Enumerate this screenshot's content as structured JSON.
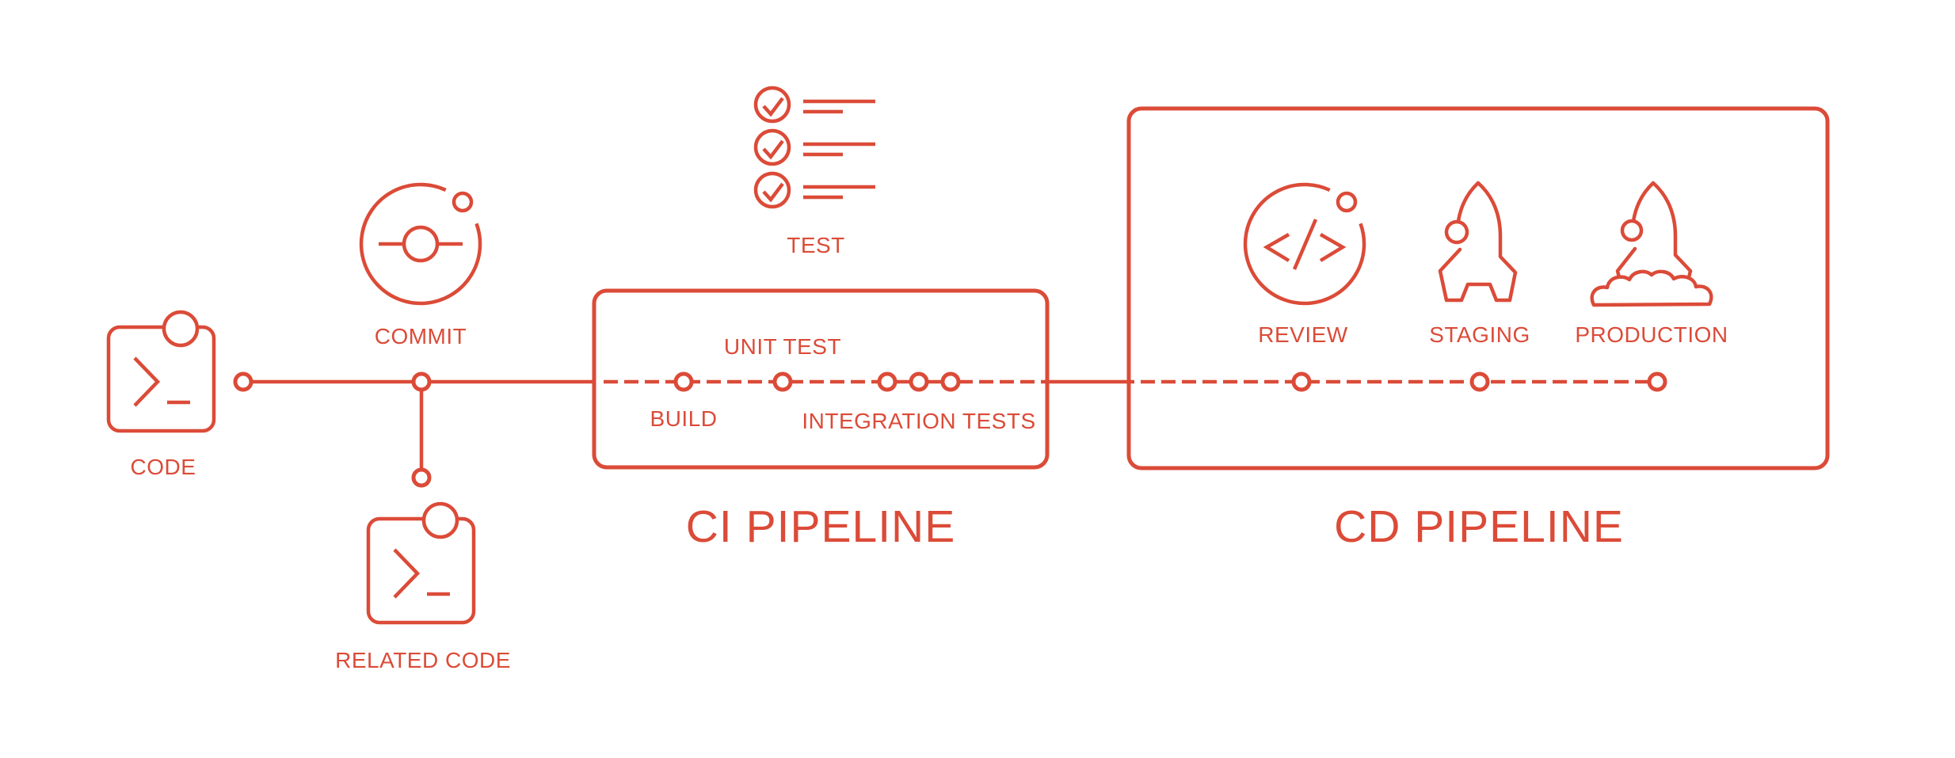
{
  "colors": {
    "accent": "#DB4B38",
    "background": "#FFFFFF"
  },
  "titles": {
    "ci": "CI PIPELINE",
    "cd": "CD PIPELINE"
  },
  "labels": {
    "code": "CODE",
    "commit": "COMMIT",
    "related_code": "RELATED CODE",
    "test": "TEST",
    "build": "BUILD",
    "unit_test": "UNIT TEST",
    "integration_tests": "INTEGRATION TESTS",
    "review": "REVIEW",
    "staging": "STAGING",
    "production": "PRODUCTION"
  },
  "pipeline": {
    "ci_stages": [
      "BUILD",
      "UNIT TEST",
      "INTEGRATION TESTS"
    ],
    "cd_stages": [
      "REVIEW",
      "STAGING",
      "PRODUCTION"
    ],
    "pre_stages": [
      "CODE",
      "COMMIT",
      "RELATED CODE",
      "TEST"
    ]
  }
}
